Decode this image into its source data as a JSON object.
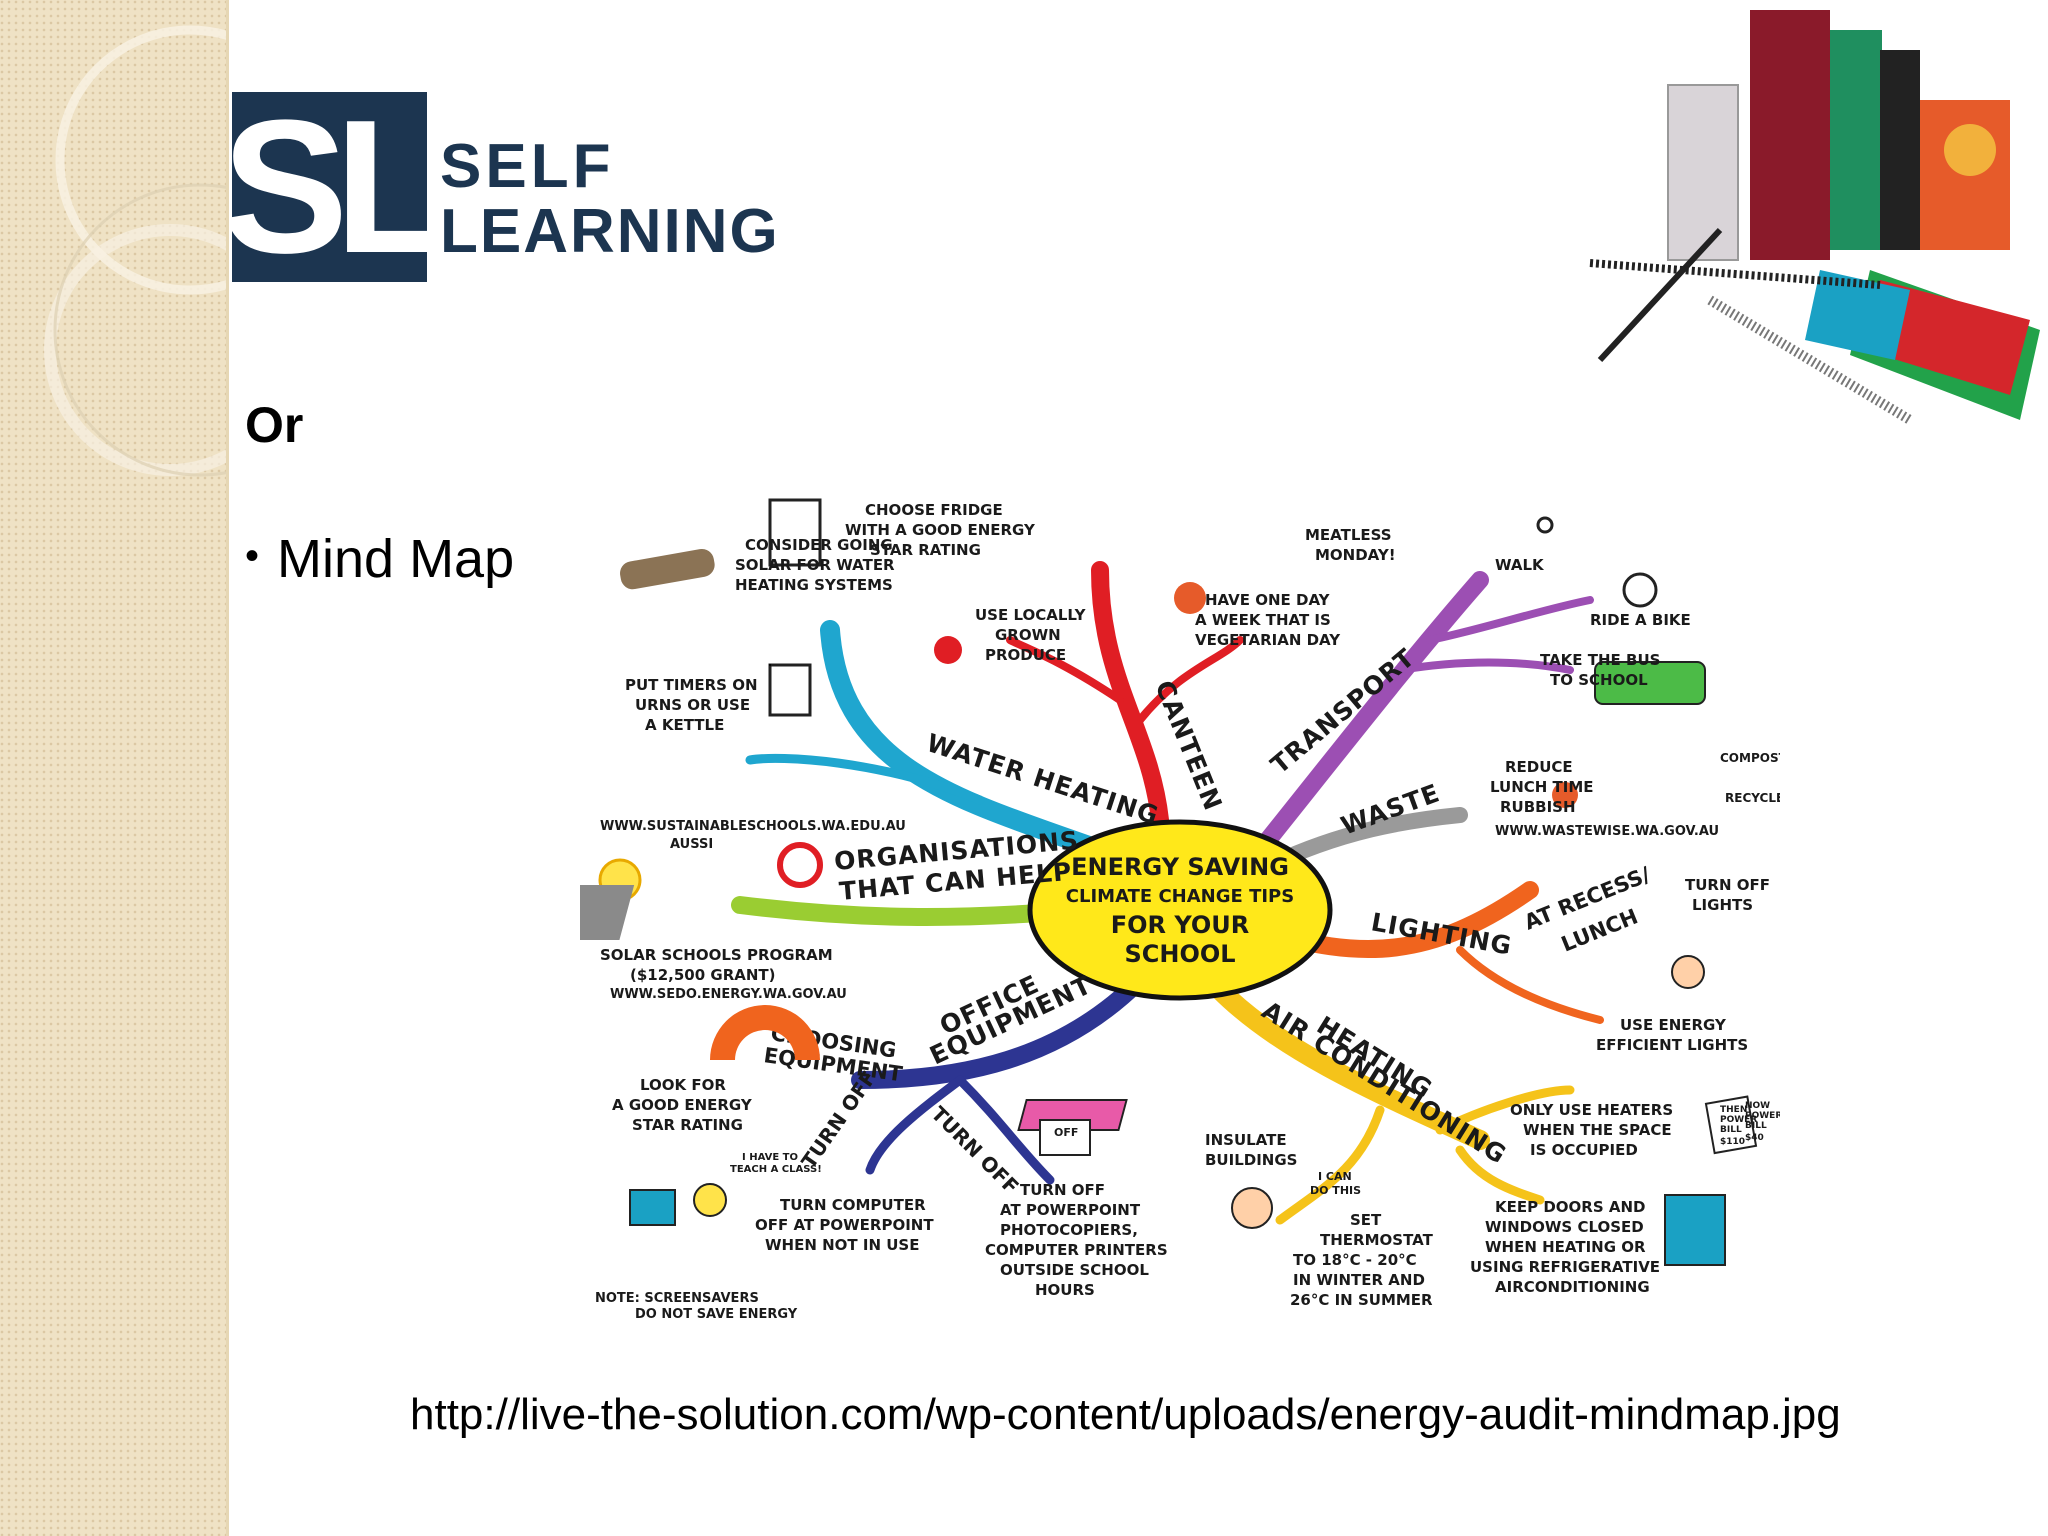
{
  "logo": {
    "line1": "SELF",
    "line2": "LEARNING",
    "monogram": "SL",
    "color": "#1c3550"
  },
  "or_label": "Or",
  "bullet": {
    "symbol": "•",
    "text": "Mind Map"
  },
  "mindmap": {
    "center": {
      "line1": "ENERGY SAVING",
      "line2": "CLIMATE CHANGE TIPS",
      "line3": "FOR YOUR",
      "line4": "SCHOOL"
    },
    "branches": {
      "water_heating": "WATER HEATING",
      "canteen": "CANTEEN",
      "transport": "TRANSPORT",
      "waste": "WASTE",
      "lighting": "LIGHTING",
      "heating_ac_1": "HEATING",
      "heating_ac_2": "AIR CONDITIONING",
      "office_1": "OFFICE",
      "office_2": "EQUIPMENT",
      "organisations_1": "ORGANISATIONS",
      "organisations_2": "THAT CAN HELP",
      "choosing_1": "CHOOSING",
      "choosing_2": "EQUIPMENT",
      "turn_off_a": "TURN OFF",
      "turn_off_b": "TURN OFF",
      "recess_1": "AT RECESS/",
      "recess_2": "LUNCH"
    },
    "tips": {
      "solar_water": [
        "CONSIDER GOING",
        "SOLAR FOR WATER",
        "HEATING SYSTEMS"
      ],
      "timers": [
        "PUT TIMERS ON",
        "URNS OR USE",
        "A KETTLE"
      ],
      "sustainable_site": [
        "WWW.SUSTAINABLESCHOOLS.WA.EDU.AU",
        "AUSSI"
      ],
      "solar_schools": [
        "SOLAR SCHOOLS PROGRAM",
        "($12,500 GRANT)",
        "WWW.SEDO.ENERGY.WA.GOV.AU"
      ],
      "fridge": [
        "CHOOSE FRIDGE",
        "WITH A GOOD ENERGY",
        "STAR RATING"
      ],
      "local_produce": [
        "USE LOCALLY",
        "GROWN",
        "PRODUCE"
      ],
      "meatless": [
        "MEATLESS",
        "MONDAY!"
      ],
      "veg_day": [
        "HAVE ONE DAY",
        "A WEEK THAT IS",
        "VEGETARIAN DAY"
      ],
      "walk": "WALK",
      "bike": "RIDE A BIKE",
      "bus": [
        "TAKE THE BUS",
        "TO SCHOOL"
      ],
      "rubbish": [
        "REDUCE",
        "LUNCH TIME",
        "RUBBISH"
      ],
      "compost": "COMPOST",
      "recycle": "RECYCLE",
      "waste_site": "WWW.WASTEWISE.WA.GOV.AU",
      "turn_off_lights": [
        "TURN OFF",
        "LIGHTS"
      ],
      "efficient_lights": [
        "USE ENERGY",
        "EFFICIENT LIGHTS"
      ],
      "heaters": [
        "ONLY USE HEATERS",
        "WHEN THE SPACE",
        "IS OCCUPIED"
      ],
      "doors": [
        "KEEP DOORS AND",
        "WINDOWS CLOSED",
        "WHEN HEATING OR",
        "USING REFRIGERATIVE",
        "AIRCONDITIONING"
      ],
      "insulate": [
        "INSULATE",
        "BUILDINGS"
      ],
      "thermostat": [
        "SET",
        "THERMOSTAT",
        "TO 18°C - 20°C",
        "IN WINTER AND",
        "26°C IN SUMMER"
      ],
      "i_can": [
        "I CAN",
        "DO THIS"
      ],
      "star_rating": [
        "LOOK FOR",
        "A GOOD ENERGY",
        "STAR RATING"
      ],
      "computer": [
        "TURN COMPUTER",
        "OFF AT POWERPOINT",
        "WHEN NOT IN USE"
      ],
      "teach": [
        "I HAVE TO",
        "TEACH A CLASS!"
      ],
      "screensaver": [
        "NOTE: SCREENSAVERS",
        "DO NOT SAVE ENERGY"
      ],
      "powerpoint": [
        "TURN OFF",
        "AT POWERPOINT",
        "PHOTOCOPIERS,",
        "COMPUTER PRINTERS",
        "OUTSIDE SCHOOL",
        "HOURS"
      ],
      "socket_off": "OFF",
      "then_bill": [
        "THEN",
        "POWER",
        "BILL",
        "$110"
      ],
      "now_bill": [
        "NOW",
        "POWER",
        "BILL",
        "$40"
      ]
    },
    "colors": {
      "water": "#1fa6cf",
      "canteen": "#e01e24",
      "transport": "#9c4fb3",
      "waste": "#9a9a9a",
      "lighting": "#f0641e",
      "heating": "#f5c31a",
      "office": "#2d3592",
      "organisations": "#9acd32",
      "center_fill": "#ffe81a"
    }
  },
  "source_url": "http://live-the-solution.com/wp-content/uploads/energy-audit-mindmap.jpg"
}
